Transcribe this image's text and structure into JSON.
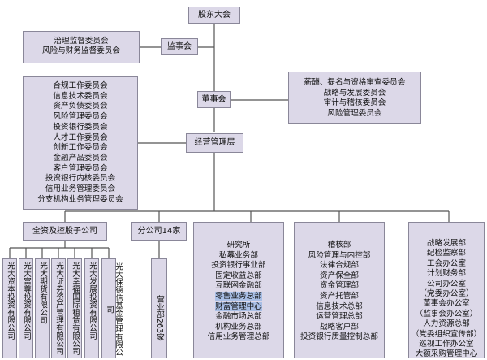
{
  "nodes": {
    "shareholders": "股东大会",
    "supervisory_board": "监事会",
    "supervisory_committees": [
      "治理监督委员会",
      "风险与财务监督委员会"
    ],
    "board": "董事会",
    "board_committees": [
      "薪酬、提名与资格审查委员会",
      "战略与发展委员会",
      "审计与稽核委员会",
      "风险管理委员会"
    ],
    "management": "经营管理层",
    "management_committees": [
      "合规工作委员会",
      "信息技术委员会",
      "资产负债委员会",
      "风险管理委员会",
      "投资银行委员会",
      "人才工作委员会",
      "创新工作委员会",
      "金融产品委员会",
      "客户管理委员会",
      "投资银行内核委员会",
      "信用业务管理委员会",
      "分支机构业务管理委员会"
    ],
    "subsidiaries": {
      "title": "全资及控股子公司",
      "items": [
        "光大资本投资有限公司",
        "光大富尊投资有限公司",
        "光大期货有限公司",
        "光大证券资产管理有限公司",
        "光大幸福国际租赁有限公司",
        "光大发展投资有限公司",
        "光大保德信基金管理有限公司"
      ]
    },
    "branches": {
      "title": "分公司14家",
      "sales_dept": "营业部263家"
    },
    "departments_a": [
      "研究所",
      "私募业务部",
      "投资银行事业部",
      "固定收益总部",
      "互联网金融部",
      "零售业务总部",
      "财富管理中心",
      "金融市场总部",
      "机构业务总部",
      "信用业务管理总部"
    ],
    "departments_a_highlight": [
      "零售业务总部",
      "财富管理中心"
    ],
    "departments_b": [
      "稽核部",
      "风险管理与内控部",
      "法律合规部",
      "资产保全部",
      "资金管理部",
      "资产托管部",
      "信息技术总部",
      "运营管理总部",
      "战略客户部",
      "投资银行质量控制总部"
    ],
    "departments_c": [
      "战略发展部",
      "纪检监察部",
      "工会办公室",
      "计划财务部",
      "公司办公室",
      "（党委办公室）",
      "董事会办公室",
      "（监事会办公室）",
      "人力资源总部",
      "（党委组织宣传部）",
      "巡视工作办公室",
      "大额采购管理中心"
    ]
  }
}
